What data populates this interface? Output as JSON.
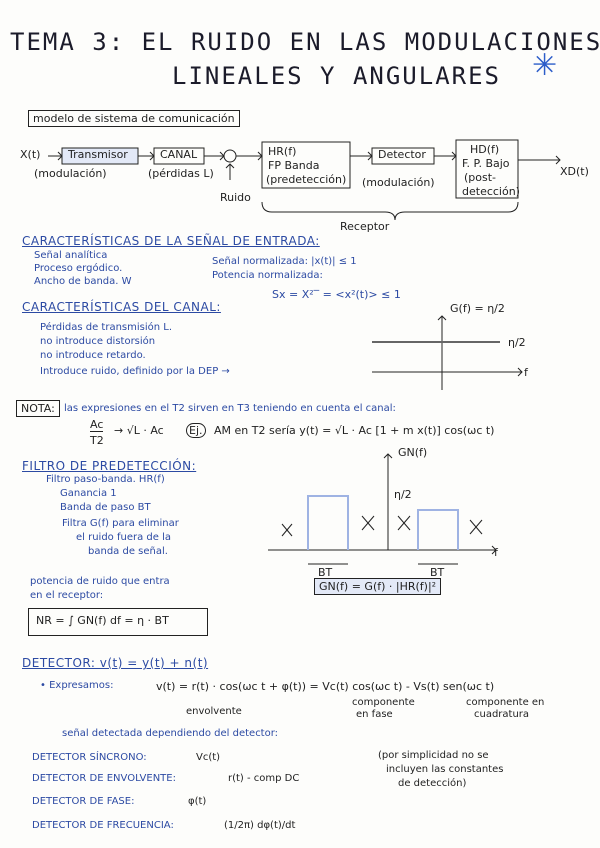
{
  "title": {
    "line1": "TEMA 3: EL RUIDO EN LAS MODULACIONES",
    "line2": "LINEALES Y ANGULARES",
    "star": "✳"
  },
  "model": {
    "heading": "modelo de sistema de comunicación",
    "input": "X(t)",
    "tx": "Transmisor",
    "tx_sub": "(modulación)",
    "canal": "CANAL",
    "canal_sub": "(pérdidas L)",
    "sum": "+",
    "ruido": "Ruido",
    "hr_line1": "HR(f)",
    "hr_line2": "FP Banda",
    "hr_line3": "(predetección)",
    "detector": "Detector",
    "detector_sub": "(modulación)",
    "hd_line1": "HD(f)",
    "hd_line2": "F. P. Bajo",
    "hd_line3": "(post-",
    "hd_line4": "detección)",
    "output": "XD(t)",
    "receptor": "Receptor"
  },
  "senal": {
    "heading": "CARACTERÍSTICAS DE LA SEÑAL DE ENTRADA:",
    "left": [
      "Señal analítica",
      "Proceso ergódico.",
      "Ancho de banda. W"
    ],
    "right1": "Señal normalizada: |x(t)| ≤ 1",
    "right2": "Potencia normalizada:",
    "formula": "Sx = X²‾ = <x²(t)> ≤ 1"
  },
  "canal": {
    "heading": "CARACTERÍSTICAS DEL CANAL:",
    "items": [
      "Pérdidas de transmisión L.",
      "no introduce distorsión",
      "no introduce retardo.",
      "Introduce ruido, definido por la DEP →"
    ],
    "graph_label": "G(f) = η/2",
    "eta": "η/2",
    "f": "f"
  },
  "nota": {
    "label": "NOTA:",
    "text": "las expresiones en el T2 sirven en T3 teniendo en cuenta el canal:",
    "frac_num": "Ac",
    "frac_den": "T2",
    "arrow": "→ √L · Ac",
    "ej": "Ej.",
    "example": "AM en T2 sería  y(t) = √L · Ac [1 + m x(t)] cos(ωc t)"
  },
  "filtro": {
    "heading": "FILTRO DE PREDETECCIÓN:",
    "items": [
      "Filtro paso-banda. HR(f)",
      "Ganancia 1",
      "Banda de paso BT",
      "Filtra G(f) para eliminar",
      "el ruido fuera de la",
      "banda de señal."
    ],
    "gn_label": "GN(f)",
    "eta": "η/2",
    "f": "f",
    "bt": "BT",
    "formula": "GN(f) = G(f) · |HR(f)|²"
  },
  "potencia": {
    "text1": "potencia de ruido que entra",
    "text2": "en el receptor:",
    "formula": "NR = ∫ GN(f) df = η · BT"
  },
  "detector": {
    "heading": "DETECTOR: v(t) = y(t) + n(t)",
    "expresamos": "• Expresamos:",
    "eq": "v(t) = r(t) · cos(ωc t + φ(t)) = Vc(t) cos(ωc t) - Vs(t) sen(ωc t)",
    "env": "envolvente",
    "fase": "componente",
    "fase2": "en fase",
    "cuad": "componente en",
    "cuad2": "cuadratura",
    "dep": "señal detectada dependiendo del detector:",
    "items": [
      {
        "name": "DETECTOR SÍNCRONO:",
        "val": "Vc(t)"
      },
      {
        "name": "DETECTOR DE ENVOLVENTE:",
        "val": "r(t) - comp DC"
      },
      {
        "name": "DETECTOR DE FASE:",
        "val": "φ(t)"
      },
      {
        "name": "DETECTOR DE FRECUENCIA:",
        "val": "(1/2π) dφ(t)/dt"
      }
    ],
    "note1": "(por simplicidad no se",
    "note2": "incluyen las constantes",
    "note3": "de detección)"
  }
}
